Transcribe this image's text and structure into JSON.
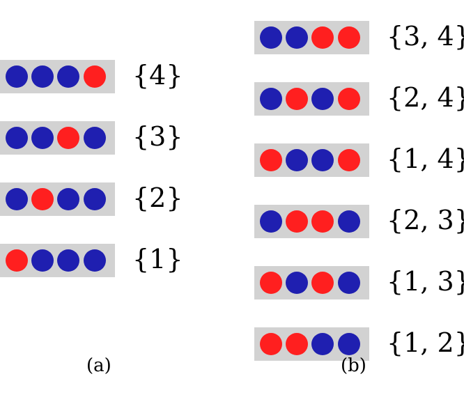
{
  "colors": {
    "blue": "#1f1fb0",
    "red": "#ff1f1f",
    "box": "#d2d2d2"
  },
  "panel_a": {
    "caption": "(a)",
    "rows": [
      {
        "dots": [
          "blue",
          "blue",
          "blue",
          "red"
        ],
        "label": "{4}"
      },
      {
        "dots": [
          "blue",
          "blue",
          "red",
          "blue"
        ],
        "label": "{3}"
      },
      {
        "dots": [
          "blue",
          "red",
          "blue",
          "blue"
        ],
        "label": "{2}"
      },
      {
        "dots": [
          "red",
          "blue",
          "blue",
          "blue"
        ],
        "label": "{1}"
      }
    ]
  },
  "panel_b": {
    "caption": "(b)",
    "rows": [
      {
        "dots": [
          "blue",
          "blue",
          "red",
          "red"
        ],
        "label": "{3, 4}"
      },
      {
        "dots": [
          "blue",
          "red",
          "blue",
          "red"
        ],
        "label": "{2, 4}"
      },
      {
        "dots": [
          "red",
          "blue",
          "blue",
          "red"
        ],
        "label": "{1, 4}"
      },
      {
        "dots": [
          "blue",
          "red",
          "red",
          "blue"
        ],
        "label": "{2, 3}"
      },
      {
        "dots": [
          "red",
          "blue",
          "red",
          "blue"
        ],
        "label": "{1, 3}"
      },
      {
        "dots": [
          "red",
          "red",
          "blue",
          "blue"
        ],
        "label": "{1, 2}"
      }
    ]
  }
}
